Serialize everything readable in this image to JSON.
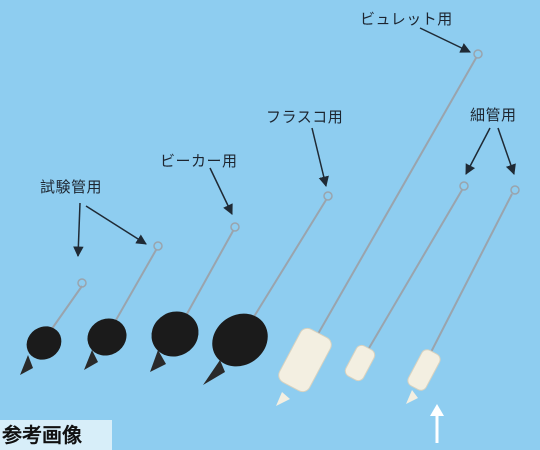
{
  "labels": {
    "test_tube": "試験管用",
    "beaker": "ビーカー用",
    "flask": "フラスコ用",
    "burette": "ビュレット用",
    "narrow_tube": "細管用"
  },
  "footer_note": "参考画像",
  "colors": {
    "background": "#8ecdf0",
    "bristle_dark": "#1b1b1b",
    "bristle_light": "#f3efe1",
    "wire": "#9aa4ad",
    "arrow": "#1f2a35",
    "white_arrow": "#ffffff"
  }
}
